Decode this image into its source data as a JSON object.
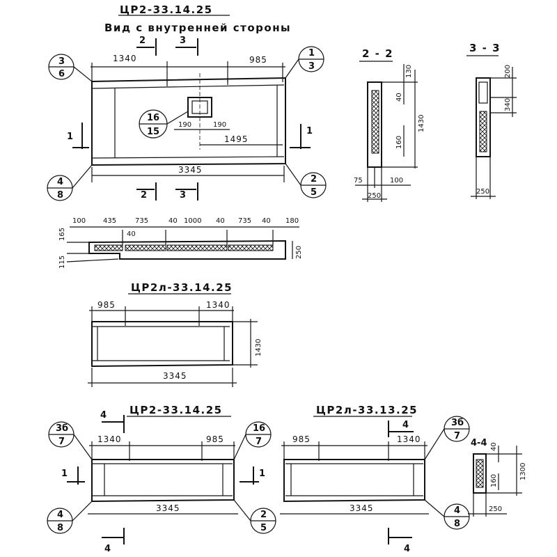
{
  "top_view": {
    "title": "ЦР2-33.14.25",
    "subtitle": "Вид с внутренней стороны",
    "dims": {
      "left": "1340",
      "right": "985",
      "total": "3345",
      "hole_left": "190",
      "hole_right": "190",
      "hole_offset": "1495"
    },
    "callouts": {
      "top_left": {
        "top": "3",
        "bottom": "6"
      },
      "top_right": {
        "top": "1",
        "bottom": "3"
      },
      "bottom_left": {
        "top": "4",
        "bottom": "8"
      },
      "bottom_right": {
        "top": "2",
        "bottom": "5"
      },
      "center": {
        "top": "16",
        "bottom": "15"
      }
    },
    "section_marks": {
      "top_a": "2",
      "top_b": "3",
      "bottom_a": "2",
      "bottom_b": "3",
      "left": "1",
      "right": "1"
    }
  },
  "plan_strip": {
    "dims": [
      "100",
      "435",
      "735",
      "40",
      "1000",
      "40",
      "735",
      "40",
      "180"
    ],
    "sub_dim": "40",
    "left_dims": [
      "165",
      "115"
    ],
    "right_dim": "250"
  },
  "section_2_2": {
    "title": "2 - 2",
    "dims": {
      "top": "130",
      "mid": "40",
      "height": "1430",
      "lower": "160",
      "bot_a": "75",
      "bot_b": "100",
      "width": "250"
    }
  },
  "section_3_3": {
    "title": "3 - 3",
    "dims": {
      "top": "200",
      "mid": "340",
      "width": "250"
    }
  },
  "mid_view": {
    "title": "ЦР2л-33.14.25",
    "dims": {
      "left": "985",
      "right": "1340",
      "height": "1430",
      "total": "3345"
    }
  },
  "bottom_left_view": {
    "title": "ЦР2-33.14.25",
    "section_mark": "4",
    "section_mark_bottom": "4",
    "dims": {
      "left": "1340",
      "right": "985",
      "total": "3345"
    },
    "callouts": {
      "top_left": {
        "top": "3б",
        "bottom": "7"
      },
      "top_right": {
        "top": "16",
        "bottom": "7"
      },
      "bottom_left": {
        "top": "4",
        "bottom": "8"
      },
      "bottom_right": {
        "top": "2",
        "bottom": "5"
      }
    },
    "side_marks": {
      "left": "1",
      "right": "1"
    }
  },
  "bottom_right_view": {
    "title": "ЦР2л-33.13.25",
    "section_mark": "4",
    "section_mark_bottom": "4",
    "dims": {
      "left": "985",
      "right": "1340",
      "total": "3345"
    },
    "callouts": {
      "top_right": {
        "top": "3б",
        "bottom": "7"
      },
      "bottom_right": {
        "top": "4",
        "bottom": "8"
      }
    }
  },
  "section_4_4": {
    "title": "4-4",
    "dims": {
      "top": "40",
      "height": "1300",
      "lower": "160",
      "width": "250"
    }
  }
}
